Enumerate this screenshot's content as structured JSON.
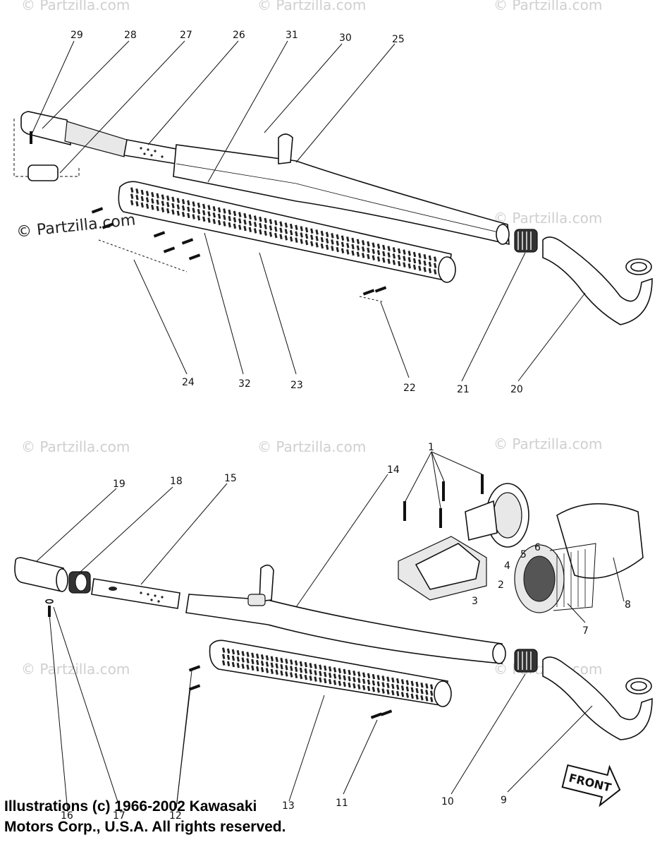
{
  "watermark": {
    "text": "© Partzilla.com",
    "strong_text": "© Partzilla.com"
  },
  "upper_callouts": [
    "29",
    "28",
    "27",
    "26",
    "31",
    "30",
    "25",
    "24",
    "32",
    "23",
    "22",
    "21",
    "20"
  ],
  "lower_callouts": [
    "19",
    "18",
    "15",
    "14",
    "1",
    "5",
    "6",
    "4",
    "2",
    "3",
    "8",
    "7",
    "10",
    "9",
    "11",
    "16",
    "17",
    "12",
    "13"
  ],
  "front_arrow_label": "FRONT",
  "copyright": {
    "line1": "Illustrations (c) 1966-2002 Kawasaki",
    "line2": "Motors Corp., U.S.A.  All rights reserved."
  }
}
